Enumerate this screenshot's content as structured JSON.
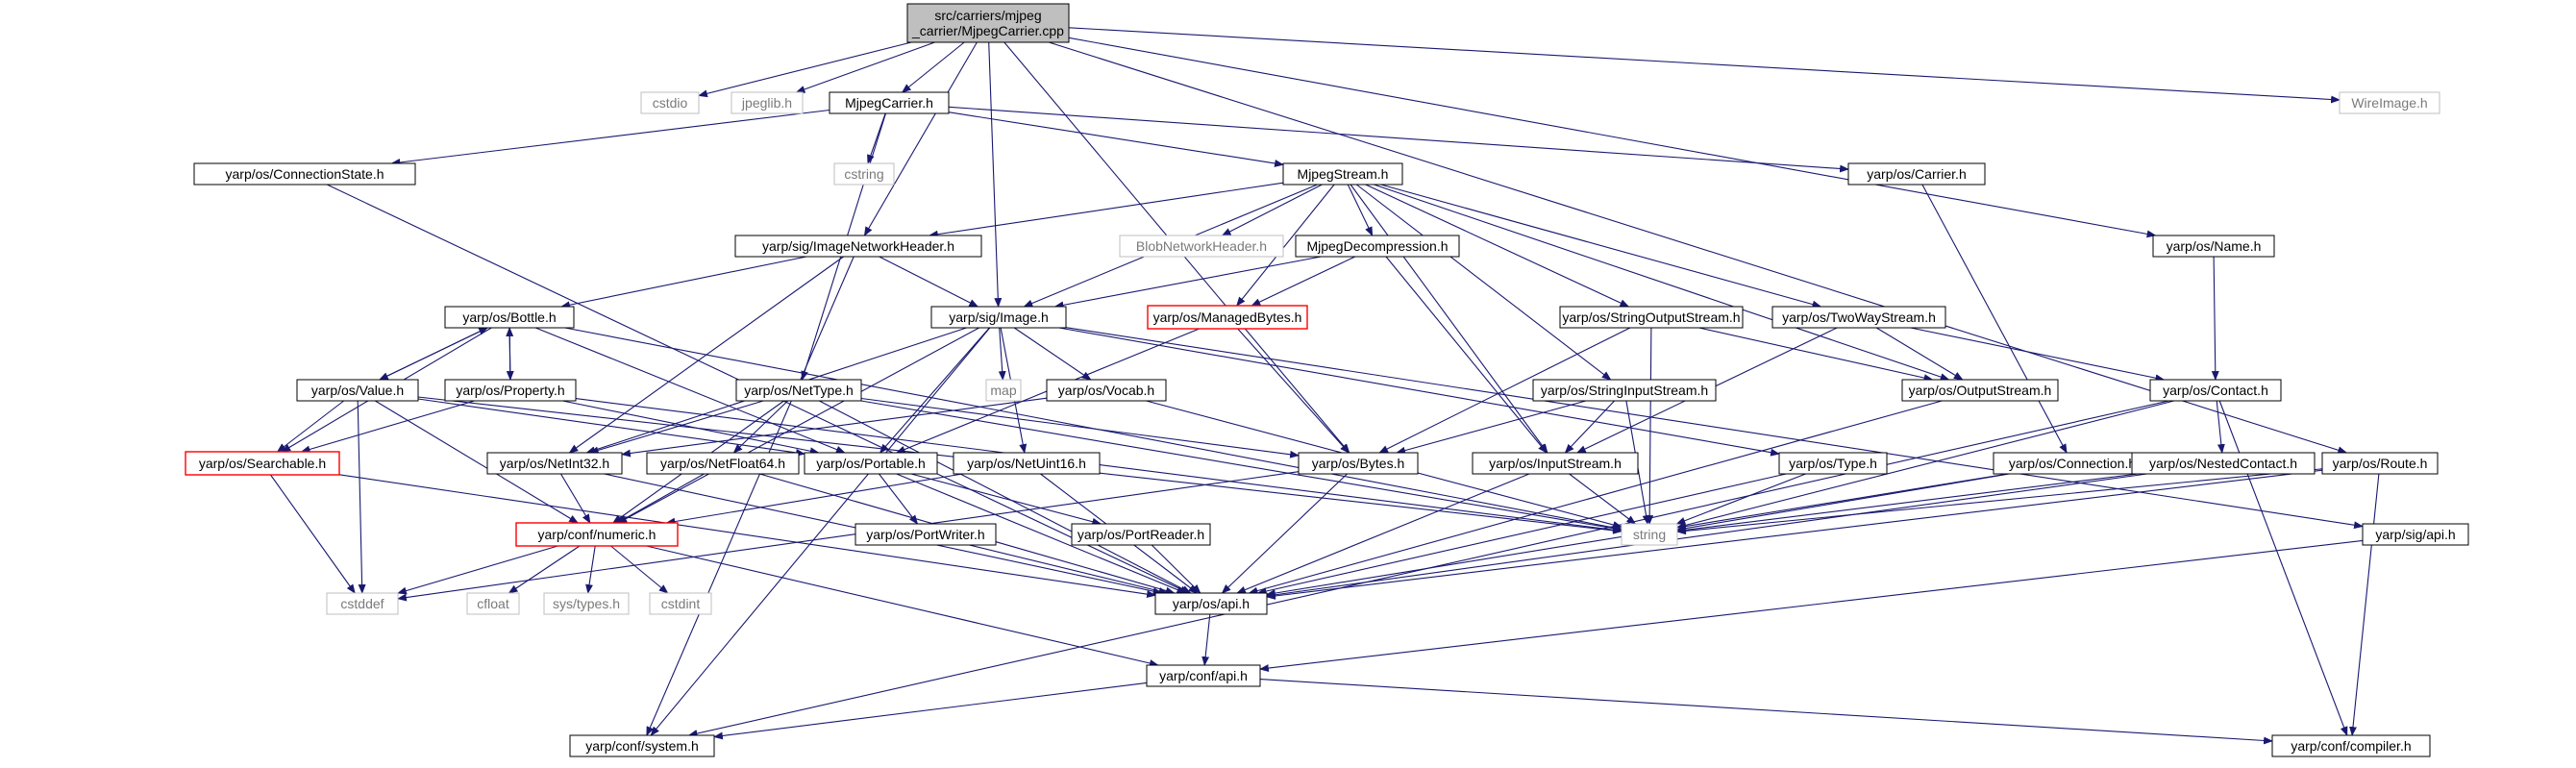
{
  "colors": {
    "edge": "#191970",
    "node_border": "#000000",
    "node_fill": "#ffffff",
    "root_fill": "#bfbfbf",
    "external_border": "#bfbfbf",
    "external_text": "#7a7a7a",
    "truncated_border": "#ff0000",
    "text": "#000000"
  },
  "nodes": [
    {
      "id": "root",
      "label": "src/carriers/mjpeg\n_carrier/MjpegCarrier.cpp",
      "kind": "root"
    },
    {
      "id": "cstdio",
      "label": "cstdio",
      "kind": "external"
    },
    {
      "id": "jpeglib",
      "label": "jpeglib.h",
      "kind": "external"
    },
    {
      "id": "mjpegcarrier",
      "label": "MjpegCarrier.h",
      "kind": "normal"
    },
    {
      "id": "wireimage",
      "label": "WireImage.h",
      "kind": "external"
    },
    {
      "id": "cstring",
      "label": "cstring",
      "kind": "external"
    },
    {
      "id": "connstate",
      "label": "yarp/os/ConnectionState.h",
      "kind": "normal"
    },
    {
      "id": "mjpegstream",
      "label": "MjpegStream.h",
      "kind": "normal"
    },
    {
      "id": "carrier",
      "label": "yarp/os/Carrier.h",
      "kind": "normal"
    },
    {
      "id": "name",
      "label": "yarp/os/Name.h",
      "kind": "normal"
    },
    {
      "id": "imgnethdr",
      "label": "yarp/sig/ImageNetworkHeader.h",
      "kind": "normal"
    },
    {
      "id": "blobnethdr",
      "label": "BlobNetworkHeader.h",
      "kind": "external"
    },
    {
      "id": "mjpegdecomp",
      "label": "MjpegDecompression.h",
      "kind": "normal"
    },
    {
      "id": "bottle",
      "label": "yarp/os/Bottle.h",
      "kind": "normal"
    },
    {
      "id": "image",
      "label": "yarp/sig/Image.h",
      "kind": "normal"
    },
    {
      "id": "managedbytes",
      "label": "yarp/os/ManagedBytes.h",
      "kind": "truncated"
    },
    {
      "id": "stringoutstream",
      "label": "yarp/os/StringOutputStream.h",
      "kind": "normal"
    },
    {
      "id": "twowaystream",
      "label": "yarp/os/TwoWayStream.h",
      "kind": "normal"
    },
    {
      "id": "value",
      "label": "yarp/os/Value.h",
      "kind": "normal"
    },
    {
      "id": "property",
      "label": "yarp/os/Property.h",
      "kind": "normal"
    },
    {
      "id": "nettype",
      "label": "yarp/os/NetType.h",
      "kind": "normal"
    },
    {
      "id": "map",
      "label": "map",
      "kind": "external"
    },
    {
      "id": "vocab",
      "label": "yarp/os/Vocab.h",
      "kind": "normal"
    },
    {
      "id": "stringinstream",
      "label": "yarp/os/StringInputStream.h",
      "kind": "normal"
    },
    {
      "id": "outputstream",
      "label": "yarp/os/OutputStream.h",
      "kind": "normal"
    },
    {
      "id": "contact",
      "label": "yarp/os/Contact.h",
      "kind": "normal"
    },
    {
      "id": "searchable",
      "label": "yarp/os/Searchable.h",
      "kind": "truncated"
    },
    {
      "id": "netint32",
      "label": "yarp/os/NetInt32.h",
      "kind": "normal"
    },
    {
      "id": "netfloat64",
      "label": "yarp/os/NetFloat64.h",
      "kind": "normal"
    },
    {
      "id": "portable",
      "label": "yarp/os/Portable.h",
      "kind": "normal"
    },
    {
      "id": "netuint16",
      "label": "yarp/os/NetUint16.h",
      "kind": "normal"
    },
    {
      "id": "bytes",
      "label": "yarp/os/Bytes.h",
      "kind": "normal"
    },
    {
      "id": "inputstream",
      "label": "yarp/os/InputStream.h",
      "kind": "normal"
    },
    {
      "id": "type",
      "label": "yarp/os/Type.h",
      "kind": "normal"
    },
    {
      "id": "connection",
      "label": "yarp/os/Connection.h",
      "kind": "normal"
    },
    {
      "id": "nestedcontact",
      "label": "yarp/os/NestedContact.h",
      "kind": "normal"
    },
    {
      "id": "route",
      "label": "yarp/os/Route.h",
      "kind": "normal"
    },
    {
      "id": "numeric",
      "label": "yarp/conf/numeric.h",
      "kind": "truncated"
    },
    {
      "id": "portwriter",
      "label": "yarp/os/PortWriter.h",
      "kind": "normal"
    },
    {
      "id": "portreader",
      "label": "yarp/os/PortReader.h",
      "kind": "normal"
    },
    {
      "id": "string",
      "label": "string",
      "kind": "external"
    },
    {
      "id": "sigapi",
      "label": "yarp/sig/api.h",
      "kind": "normal"
    },
    {
      "id": "cstddef",
      "label": "cstddef",
      "kind": "external"
    },
    {
      "id": "cfloat",
      "label": "cfloat",
      "kind": "external"
    },
    {
      "id": "systypes",
      "label": "sys/types.h",
      "kind": "external"
    },
    {
      "id": "cstdint",
      "label": "cstdint",
      "kind": "external"
    },
    {
      "id": "osapi",
      "label": "yarp/os/api.h",
      "kind": "normal"
    },
    {
      "id": "confapi",
      "label": "yarp/conf/api.h",
      "kind": "normal"
    },
    {
      "id": "system",
      "label": "yarp/conf/system.h",
      "kind": "normal"
    },
    {
      "id": "compiler",
      "label": "yarp/conf/compiler.h",
      "kind": "normal"
    }
  ],
  "edges": [
    [
      "root",
      "cstdio"
    ],
    [
      "root",
      "jpeglib"
    ],
    [
      "root",
      "mjpegcarrier"
    ],
    [
      "root",
      "wireimage"
    ],
    [
      "root",
      "imgnethdr"
    ],
    [
      "root",
      "image"
    ],
    [
      "root",
      "bytes"
    ],
    [
      "root",
      "name"
    ],
    [
      "root",
      "route"
    ],
    [
      "mjpegcarrier",
      "cstring"
    ],
    [
      "mjpegcarrier",
      "connstate"
    ],
    [
      "mjpegcarrier",
      "mjpegstream"
    ],
    [
      "mjpegcarrier",
      "carrier"
    ],
    [
      "mjpegcarrier",
      "nettype"
    ],
    [
      "connstate",
      "osapi"
    ],
    [
      "mjpegstream",
      "imgnethdr"
    ],
    [
      "mjpegstream",
      "blobnethdr"
    ],
    [
      "mjpegstream",
      "mjpegdecomp"
    ],
    [
      "mjpegstream",
      "image"
    ],
    [
      "mjpegstream",
      "managedbytes"
    ],
    [
      "mjpegstream",
      "stringoutstream"
    ],
    [
      "mjpegstream",
      "twowaystream"
    ],
    [
      "mjpegstream",
      "stringinstream"
    ],
    [
      "mjpegstream",
      "inputstream"
    ],
    [
      "mjpegstream",
      "outputstream"
    ],
    [
      "carrier",
      "connection"
    ],
    [
      "name",
      "contact"
    ],
    [
      "imgnethdr",
      "image"
    ],
    [
      "imgnethdr",
      "bottle"
    ],
    [
      "imgnethdr",
      "system"
    ],
    [
      "imgnethdr",
      "netint32"
    ],
    [
      "mjpegdecomp",
      "image"
    ],
    [
      "mjpegdecomp",
      "managedbytes"
    ],
    [
      "mjpegdecomp",
      "inputstream"
    ],
    [
      "bottle",
      "value"
    ],
    [
      "bottle",
      "property"
    ],
    [
      "bottle",
      "searchable"
    ],
    [
      "bottle",
      "portable"
    ],
    [
      "bottle",
      "string"
    ],
    [
      "image",
      "netint32"
    ],
    [
      "image",
      "portable"
    ],
    [
      "image",
      "map"
    ],
    [
      "image",
      "vocab"
    ],
    [
      "image",
      "netuint16"
    ],
    [
      "image",
      "type"
    ],
    [
      "image",
      "sigapi"
    ],
    [
      "image",
      "system"
    ],
    [
      "image",
      "numeric"
    ],
    [
      "managedbytes",
      "bytes"
    ],
    [
      "managedbytes",
      "portable"
    ],
    [
      "stringoutstream",
      "bytes"
    ],
    [
      "stringoutstream",
      "outputstream"
    ],
    [
      "stringoutstream",
      "string"
    ],
    [
      "twowaystream",
      "inputstream"
    ],
    [
      "twowaystream",
      "outputstream"
    ],
    [
      "twowaystream",
      "contact"
    ],
    [
      "value",
      "bottle"
    ],
    [
      "value",
      "searchable"
    ],
    [
      "value",
      "numeric"
    ],
    [
      "value",
      "portable"
    ],
    [
      "value",
      "string"
    ],
    [
      "value",
      "cstddef"
    ],
    [
      "property",
      "bottle"
    ],
    [
      "property",
      "searchable"
    ],
    [
      "property",
      "portable"
    ],
    [
      "property",
      "string"
    ],
    [
      "nettype",
      "netint32"
    ],
    [
      "nettype",
      "netfloat64"
    ],
    [
      "nettype",
      "numeric"
    ],
    [
      "nettype",
      "bytes"
    ],
    [
      "nettype",
      "string"
    ],
    [
      "nettype",
      "osapi"
    ],
    [
      "vocab",
      "netint32"
    ],
    [
      "vocab",
      "string"
    ],
    [
      "stringinstream",
      "bytes"
    ],
    [
      "stringinstream",
      "inputstream"
    ],
    [
      "stringinstream",
      "string"
    ],
    [
      "outputstream",
      "osapi"
    ],
    [
      "contact",
      "nestedcontact"
    ],
    [
      "contact",
      "string"
    ],
    [
      "contact",
      "system"
    ],
    [
      "contact",
      "compiler"
    ],
    [
      "searchable",
      "cstddef"
    ],
    [
      "searchable",
      "osapi"
    ],
    [
      "netint32",
      "numeric"
    ],
    [
      "netint32",
      "osapi"
    ],
    [
      "netfloat64",
      "numeric"
    ],
    [
      "netfloat64",
      "osapi"
    ],
    [
      "portable",
      "portwriter"
    ],
    [
      "portable",
      "portreader"
    ],
    [
      "portable",
      "osapi"
    ],
    [
      "netuint16",
      "numeric"
    ],
    [
      "netuint16",
      "osapi"
    ],
    [
      "bytes",
      "osapi"
    ],
    [
      "bytes",
      "cstddef"
    ],
    [
      "inputstream",
      "string"
    ],
    [
      "inputstream",
      "osapi"
    ],
    [
      "type",
      "string"
    ],
    [
      "type",
      "osapi"
    ],
    [
      "connection",
      "string"
    ],
    [
      "connection",
      "osapi"
    ],
    [
      "nestedcontact",
      "string"
    ],
    [
      "nestedcontact",
      "osapi"
    ],
    [
      "route",
      "string"
    ],
    [
      "route",
      "osapi"
    ],
    [
      "route",
      "compiler"
    ],
    [
      "numeric",
      "cstddef"
    ],
    [
      "numeric",
      "cfloat"
    ],
    [
      "numeric",
      "systypes"
    ],
    [
      "numeric",
      "cstdint"
    ],
    [
      "numeric",
      "confapi"
    ],
    [
      "portwriter",
      "osapi"
    ],
    [
      "portreader",
      "osapi"
    ],
    [
      "sigapi",
      "confapi"
    ],
    [
      "osapi",
      "confapi"
    ],
    [
      "confapi",
      "system"
    ],
    [
      "confapi",
      "compiler"
    ]
  ]
}
